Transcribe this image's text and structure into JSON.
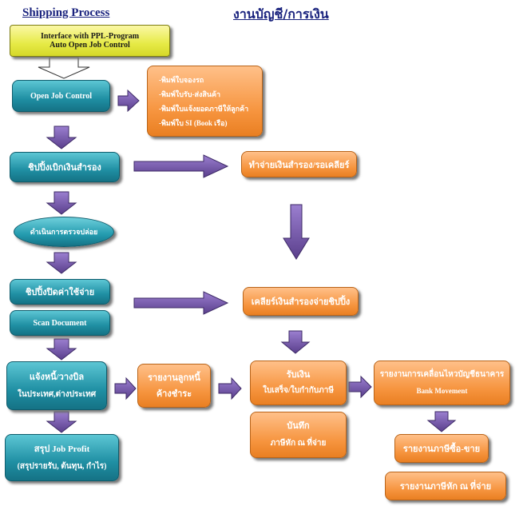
{
  "headers": {
    "left": "Shipping Process",
    "right": "งานบัญชี/การเงิน"
  },
  "boxes": {
    "interface": [
      "Interface with  PPL-Program",
      "Auto Open Job Control"
    ],
    "open_job": "Open Job Control",
    "print_list": [
      "-พิมพ์ใบจองรถ",
      "-พิมพ์ใบรับ-ส่งสินค้า",
      "-พิมพ์ใบแจ้งยอดภาษีให้ลูกค้า",
      "-พิมพ์ใบ SI (Book เรือ)"
    ],
    "shipping_advance": "ชิปปิ้งเบิกเงินสำรอง",
    "pay_advance": "ทำจ่ายเงินสำรอง/รอเคลียร์",
    "clearance": "ดำเนินการตรวจปล่อย",
    "shipping_close": "ชิปปิ้งปิดค่าใช้จ่าย",
    "scan_document": "Scan Document",
    "clear_advance": "เคลียร์เงินสำรองจ่ายชิปปิ้ง",
    "billing": [
      "แจ้งหนี้/วางบิล",
      "ในประเทศ,ต่างประเทศ"
    ],
    "ar_report": [
      "รายงานลูกหนี้",
      "ค้างชำระ"
    ],
    "receive": [
      "รับเงิน",
      "ใบเสร็จ/ใบกำกับภาษี"
    ],
    "bank_report": [
      "รายงานการเคลื่อนไหวบัญชีธนาคาร",
      "Bank Movement"
    ],
    "record_tax": [
      "บันทึก",
      "ภาษีหัก ณ ที่จ่าย"
    ],
    "profit": [
      "สรุป Job Profit",
      "(สรุปรายรับ, ต้นทุน, กำไร)"
    ],
    "vat_report": "รายงานภาษีซื้อ-ขาย",
    "wht_report": "รายงานภาษีหัก ณ ที่จ่าย"
  },
  "colors": {
    "teal": "#1f8fa3",
    "orange": "#f6943e",
    "yellow": "#e6ea46",
    "arrow": "#6a4c9c",
    "header": "#1a237e"
  }
}
